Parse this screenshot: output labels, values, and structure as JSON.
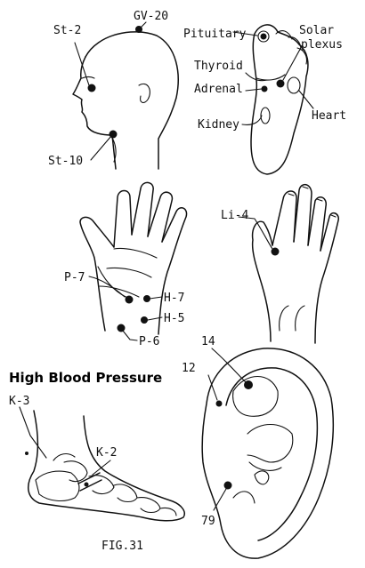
{
  "title": "High Blood Pressure",
  "figure": "FIG.31",
  "head": {
    "points": [
      "St-2",
      "GV-20",
      "St-10"
    ]
  },
  "foot_sole": {
    "points": [
      "Pituitary",
      "Solar",
      "plexus",
      "Thyroid",
      "Adrenal",
      "Heart",
      "Kidney"
    ]
  },
  "palm": {
    "points": [
      "P-7",
      "H-7",
      "H-5",
      "P-6"
    ]
  },
  "back_hand": {
    "points": [
      "Li-4"
    ]
  },
  "ear": {
    "points": [
      "14",
      "12",
      "79"
    ]
  },
  "foot_side": {
    "points": [
      "K-3",
      "K-2"
    ]
  }
}
